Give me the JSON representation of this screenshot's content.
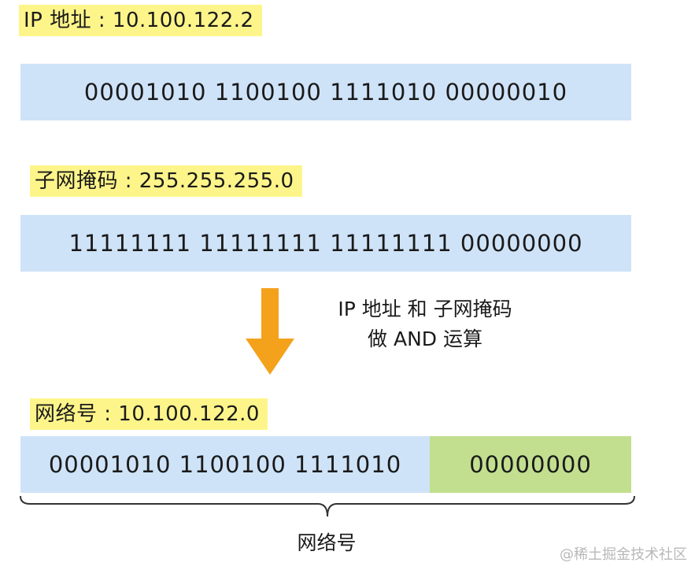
{
  "ip": {
    "label": "IP 地址 : 10.100.122.2",
    "binary": "00001010 1100100 1111010 00000010"
  },
  "mask": {
    "label": "子网掩码 : 255.255.255.0",
    "binary": "11111111 11111111 11111111 00000000"
  },
  "operation": {
    "line1": "IP 地址 和 子网掩码",
    "line2": "做 AND 运算"
  },
  "network": {
    "label": "网络号 : 10.100.122.0",
    "binary_network": "00001010 1100100 1111010",
    "binary_host": "00000000",
    "brace_label": "网络号"
  },
  "watermark": "@稀土掘金技术社区",
  "colors": {
    "label_bg": "#fdf58a",
    "bar_blue": "#cfe3f8",
    "bar_green": "#c2df8f",
    "arrow": "#f4a21c"
  }
}
